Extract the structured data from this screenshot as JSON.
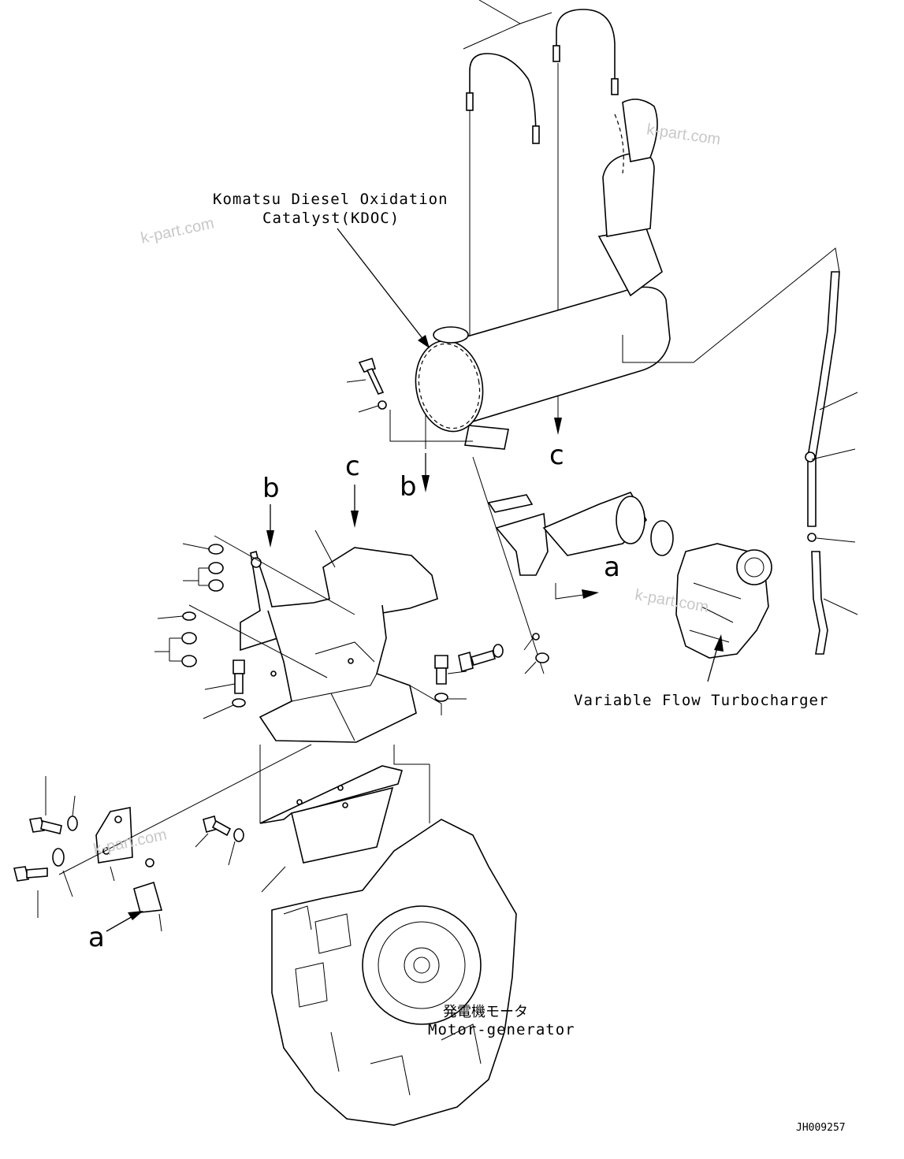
{
  "labels": {
    "kdoc_line1": "Komatsu Diesel Oxidation",
    "kdoc_line2": "Catalyst(KDOC)",
    "turbo": "Variable Flow Turbocharger",
    "motor_jp": "発電機モータ",
    "motor_en": "Motor-generator",
    "drawing_no": "JH009257"
  },
  "callouts": {
    "a": "a",
    "b": "b",
    "c": "c"
  },
  "watermark": "k-part.com",
  "colors": {
    "line": "#000000",
    "watermark": "#c8c8c8",
    "background": "#ffffff"
  }
}
